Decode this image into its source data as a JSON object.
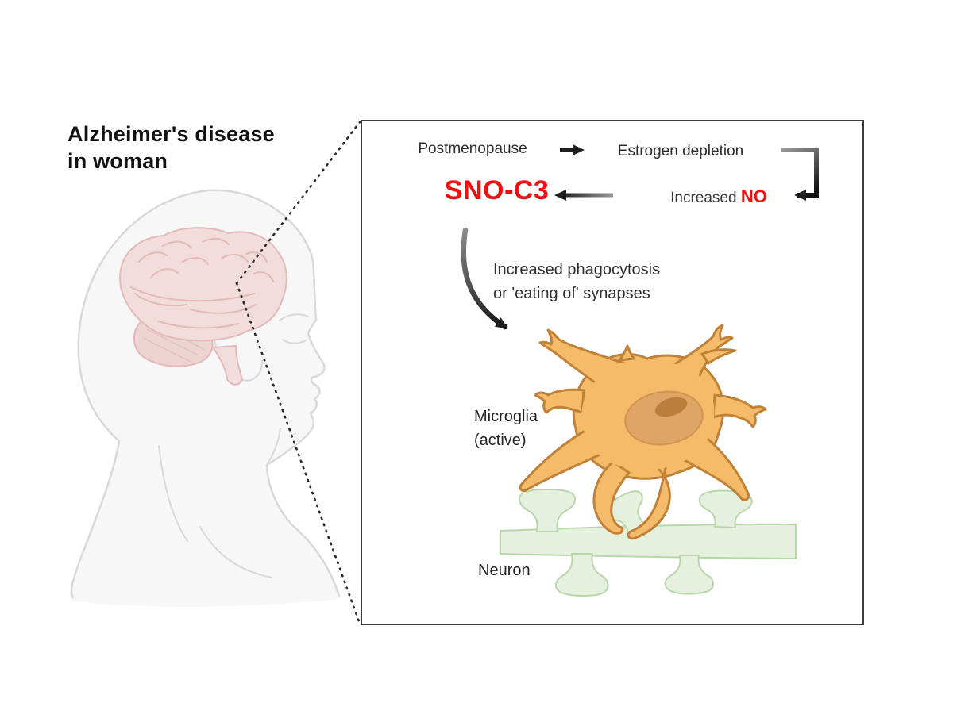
{
  "header": {
    "title_line1": "Alzheimer's disease",
    "title_line2": "in woman"
  },
  "pathway": {
    "step_postmenopause": "Postmenopause",
    "step_estrogen": "Estrogen depletion",
    "sno_c3": "SNO-C3",
    "increased_prefix": "Increased",
    "no": "NO",
    "phagocytosis_line1": "Increased phagocytosis",
    "phagocytosis_line2": "or 'eating of' synapses"
  },
  "labels": {
    "microglia_line1": "Microglia",
    "microglia_line2": "(active)",
    "neuron": "Neuron"
  },
  "icons": {
    "arrow_right": "arrow-right-icon",
    "arrow_left": "arrow-left-icon",
    "elbow_arrow": "elbow-arrow-down-left-icon",
    "curved_arrow": "curved-arrow-down-icon",
    "callout_lines": "dotted-callout-lines"
  },
  "colors": {
    "accent_red": "#ee1111",
    "text_dark": "#2b2b2b",
    "microglia_fill": "#f4bb6b",
    "microglia_stroke": "#c18136",
    "nucleus_fill": "#dfa567",
    "nucleolus_fill": "#bb7f3b",
    "neuron_fill": "#e6f0df",
    "neuron_stroke": "#b9d6ab",
    "brain_fill": "#f3dcdc",
    "brain_stroke": "#e2baba",
    "head_fill": "#f7f7f8",
    "head_stroke": "#d9d9dc",
    "panel_border": "#3c3c3c",
    "arrow_dark": "#1f1f1f"
  }
}
